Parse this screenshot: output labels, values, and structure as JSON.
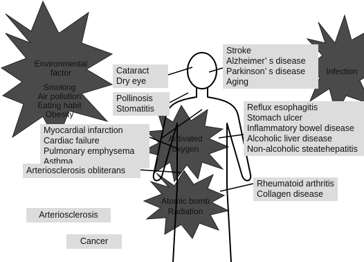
{
  "starbursts": {
    "environmental": {
      "title_lines": [
        "Environmental",
        "factor"
      ],
      "item_lines": [
        "Smoking",
        "Air pollution",
        "Eating habit",
        "Obesity"
      ],
      "fill": "#4a4a4a"
    },
    "infection": {
      "label": "Infection",
      "fill": "#4a4a4a"
    },
    "activated_oxygen": {
      "lines": [
        "Activated",
        "oxygen"
      ],
      "fill": "#4a4a4a"
    },
    "atomic_bomb": {
      "lines": [
        "Atomic bomb",
        "Radiation"
      ],
      "fill": "#4a4a4a"
    }
  },
  "diseases": {
    "eye": [
      "Cataract",
      "Dry eye"
    ],
    "nose": [
      "Pollinosis",
      "Stomatitis"
    ],
    "brain": [
      "Stroke",
      "Alzheimer’ s disease",
      "Parkinson’ s disease",
      "Aging"
    ],
    "heart_lung": [
      "Myocardial infarction",
      "Cardiac failure",
      "Pulmonary emphysema",
      "Asthma"
    ],
    "digestive": [
      "Reflux esophagitis",
      "Stomach ulcer",
      "Inflammatory bowel disease",
      "Alcoholic liver disease",
      "Non-alcoholic steatehepatitis"
    ],
    "arterio_obliterans": "Arteriosclerosis obliterans",
    "arteriosclerosis": "Arteriosclerosis",
    "cancer": "Cancer",
    "rheumatic": [
      "Rheumatoid arthritis",
      "Collagen disease"
    ]
  },
  "colors": {
    "box": "#dcdcdc",
    "starburst": "#4a4a4a",
    "outline": "#000000"
  }
}
